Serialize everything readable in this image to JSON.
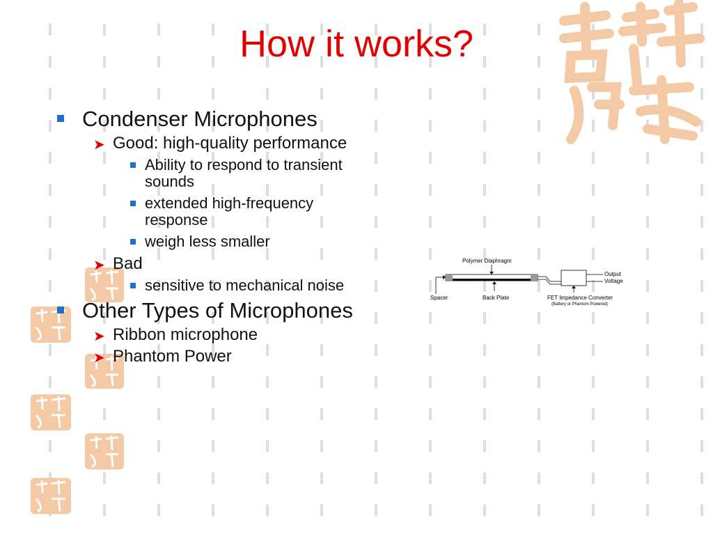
{
  "slide": {
    "title": "How it works?",
    "bullets": [
      {
        "text": "Condenser Microphones",
        "children": [
          {
            "text": "Good: high-quality performance",
            "children": [
              {
                "text": "Ability to respond to transient sounds"
              },
              {
                "text": "extended high-frequency response"
              },
              {
                "text": "weigh less smaller"
              }
            ]
          },
          {
            "text": "Bad",
            "children": [
              {
                "text": "sensitive to mechanical noise"
              }
            ]
          }
        ]
      },
      {
        "text": "Other Types of Microphones",
        "children": [
          {
            "text": "Ribbon microphone"
          },
          {
            "text": "Phantom Power"
          }
        ]
      }
    ]
  },
  "diagram": {
    "polymer_diaphragm": "Polymer Diaphragm",
    "spacer": "Spacer",
    "back_plate": "Back Plate",
    "fet": "FET Impedance Converter",
    "fet_note": "(Battery or Phantom Powered)",
    "output_line1": "Output",
    "output_line2": "Voltage"
  },
  "colors": {
    "title": "#e00000",
    "bullet_square": "#1f6fc7",
    "arrow": "#e00000",
    "seal": "#f3c9a6"
  }
}
